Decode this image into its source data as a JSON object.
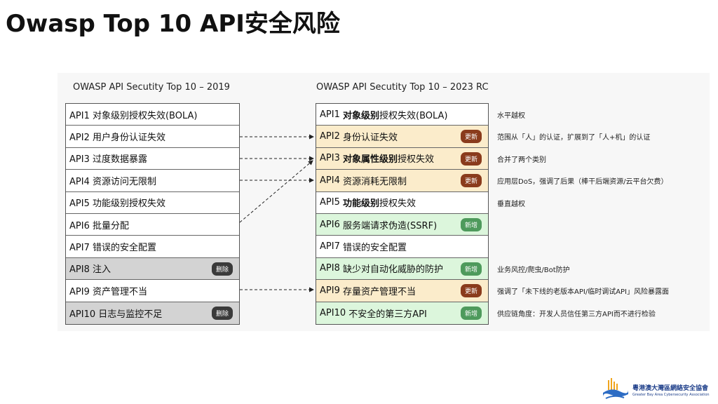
{
  "title": "Owasp Top 10 API安全风险",
  "left_header": "OWASP API Secutity Top 10 – 2019",
  "right_header": "OWASP API Secutity Top 10 – 2023 RC",
  "left_rows": [
    {
      "label": "API1 对象级别授权失效(BOLA)",
      "status": "normal",
      "badge": ""
    },
    {
      "label": "API2 用户身份认证失效",
      "status": "normal",
      "badge": ""
    },
    {
      "label": "API3 过度数据暴露",
      "status": "normal",
      "badge": ""
    },
    {
      "label": "API4 资源访问无限制",
      "status": "normal",
      "badge": ""
    },
    {
      "label": "API5 功能级别授权失效",
      "status": "normal",
      "badge": ""
    },
    {
      "label": "API6 批量分配",
      "status": "normal",
      "badge": ""
    },
    {
      "label": "API7 错误的安全配置",
      "status": "normal",
      "badge": ""
    },
    {
      "label": "API8 注入",
      "status": "removed",
      "badge": "删除"
    },
    {
      "label": "API9 资产管理不当",
      "status": "normal",
      "badge": ""
    },
    {
      "label": "API10 日志与监控不足",
      "status": "removed",
      "badge": "删除"
    }
  ],
  "right_rows": [
    {
      "prefix": "API1 ",
      "bold": "对象级别",
      "rest": "授权失效(BOLA)",
      "status": "normal",
      "badge": "",
      "note": "水平越权"
    },
    {
      "prefix": "API2 ",
      "bold": "",
      "rest": "身份认证失效",
      "status": "updated",
      "badge": "更新",
      "note": "范围从「人」的认证，扩展到了「人+机」的认证"
    },
    {
      "prefix": "API3 ",
      "bold": "对象属性级别",
      "rest": "授权失效",
      "status": "updated",
      "badge": "更新",
      "note": "合并了两个类别"
    },
    {
      "prefix": "API4 ",
      "bold": "",
      "rest": "资源消耗无限制",
      "status": "updated",
      "badge": "更新",
      "note": "应用层DoS，强调了后果（棒干后端资源/云平台欠费）"
    },
    {
      "prefix": "API5 ",
      "bold": "功能级别",
      "rest": "授权失效",
      "status": "normal",
      "badge": "",
      "note": "垂直越权"
    },
    {
      "prefix": "API6 ",
      "bold": "",
      "rest": "服务端请求伪造(SSRF)",
      "status": "added",
      "badge": "新增",
      "note": ""
    },
    {
      "prefix": "API7 ",
      "bold": "",
      "rest": "错误的安全配置",
      "status": "normal",
      "badge": "",
      "note": ""
    },
    {
      "prefix": "API8 ",
      "bold": "",
      "rest": "缺少对自动化威胁的防护",
      "status": "added",
      "badge": "新增",
      "note": "业务风控/爬虫/Bot防护"
    },
    {
      "prefix": "API9 ",
      "bold": "",
      "rest": "存量资产管理不当",
      "status": "updated",
      "badge": "更新",
      "note": "强调了「未下线的老版本API/临时调试API」风险暴露面"
    },
    {
      "prefix": "API10 ",
      "bold": "",
      "rest": "不安全的第三方API",
      "status": "added",
      "badge": "新增",
      "note": "供应链角度：开发人员信任第三方API而不进行检验"
    }
  ],
  "logo": {
    "name": "粵港澳大灣區網絡安全協會",
    "subtitle": "Greater Bay Area Cybersecurity Association"
  }
}
